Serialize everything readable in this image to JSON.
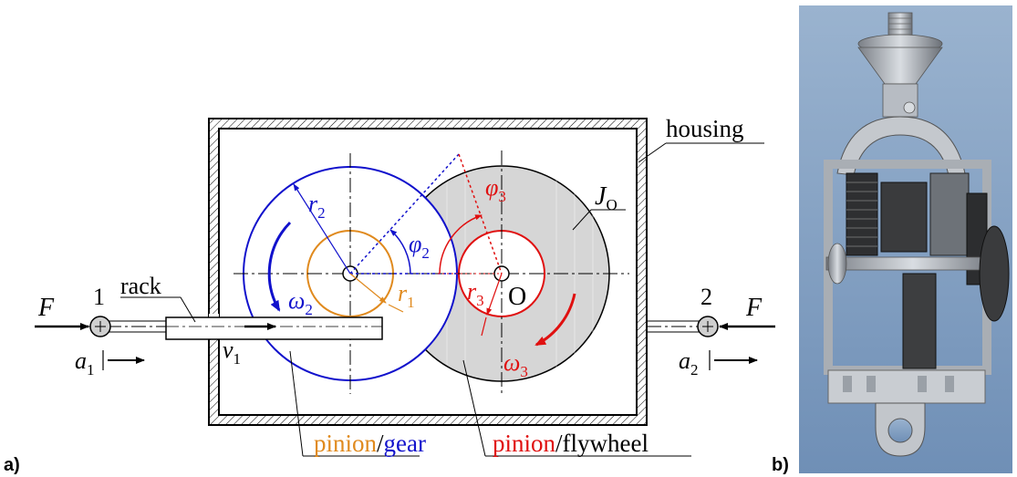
{
  "labels": {
    "housing": "housing",
    "J": "J",
    "J_sub": "O",
    "r2": "r",
    "r2_sub": "2",
    "phi2": "φ",
    "phi2_sub": "2",
    "phi3": "φ",
    "phi3_sub": "3",
    "omega2": "ω",
    "omega2_sub": "2",
    "omega3": "ω",
    "omega3_sub": "3",
    "r1": "r",
    "r1_sub": "1",
    "r3": "r",
    "r3_sub": "3",
    "O": "O",
    "rack": "rack",
    "F_left": "F",
    "F_right": "F",
    "pt1": "1",
    "pt2": "2",
    "a1": "a",
    "a1_sub": "1",
    "a2": "a",
    "a2_sub": "2",
    "v1": "v",
    "v1_sub": "1",
    "pinion_left": "pinion",
    "slash_left": "/",
    "gear": "gear",
    "pinion_right": "pinion",
    "slash_right": "/",
    "flywheel": "flywheel",
    "panel_a": "a)",
    "panel_b": "b)"
  },
  "colors": {
    "gear": "#1111cc",
    "pinion_gear": "#e08a1e",
    "pinion_flywheel": "#e01010",
    "flywheel_fill": "#d6d6d6",
    "black": "#000000"
  }
}
